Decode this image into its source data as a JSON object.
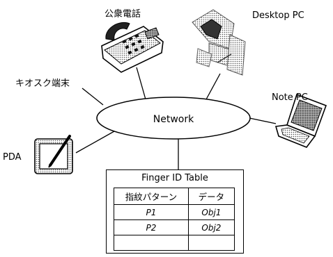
{
  "network": {
    "label": "Network"
  },
  "devices": {
    "public_phone": "公衆電話",
    "desktop_pc": "Desktop PC",
    "note_pc": "Note PC",
    "kiosk": "キオスク端末",
    "pda": "PDA"
  },
  "table": {
    "title": "Finger ID Table",
    "headers": [
      "指紋パターン",
      "データ"
    ],
    "rows": [
      [
        "P1",
        "Obj1"
      ],
      [
        "P2",
        "Obj2"
      ],
      [
        "",
        ""
      ]
    ]
  }
}
